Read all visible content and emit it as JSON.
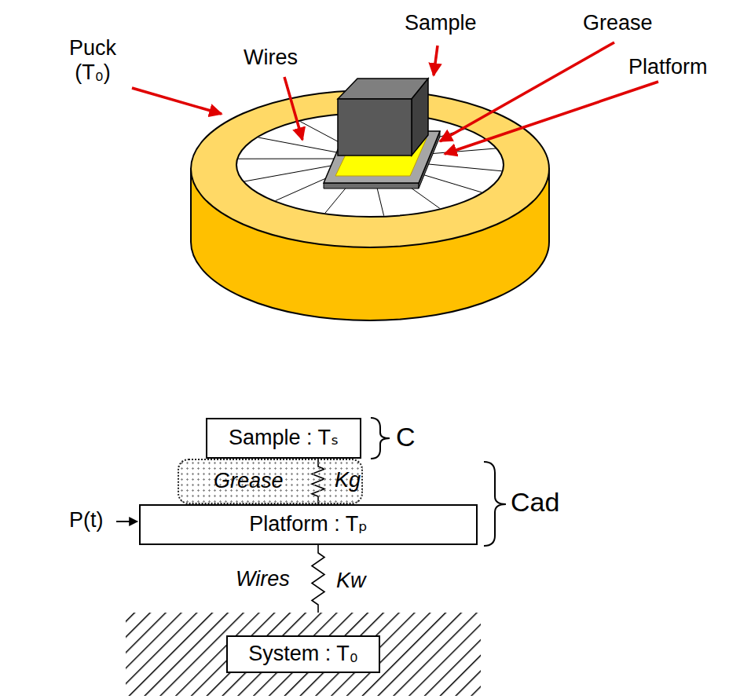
{
  "diagram": {
    "nodes": [
      {
        "text": [
          "Sample : Tₛ"
        ]
      },
      {
        "text": [
          "Grease"
        ]
      },
      {
        "text": [
          "Platform : Tₚ"
        ]
      },
      {
        "text": [
          "System : T₀"
        ]
      }
    ],
    "edges": [
      {
        "from": 0,
        "to": 2,
        "arrow": "none"
      },
      {
        "from": 2,
        "to": 3,
        "arrow": "none"
      }
    ],
    "labels": [
      "Sample",
      "Grease",
      "Platform",
      "Puck (T₀)",
      "Wires",
      "Kg",
      "C",
      "Cad",
      "P(t)",
      "Wires",
      "Kw"
    ]
  }
}
